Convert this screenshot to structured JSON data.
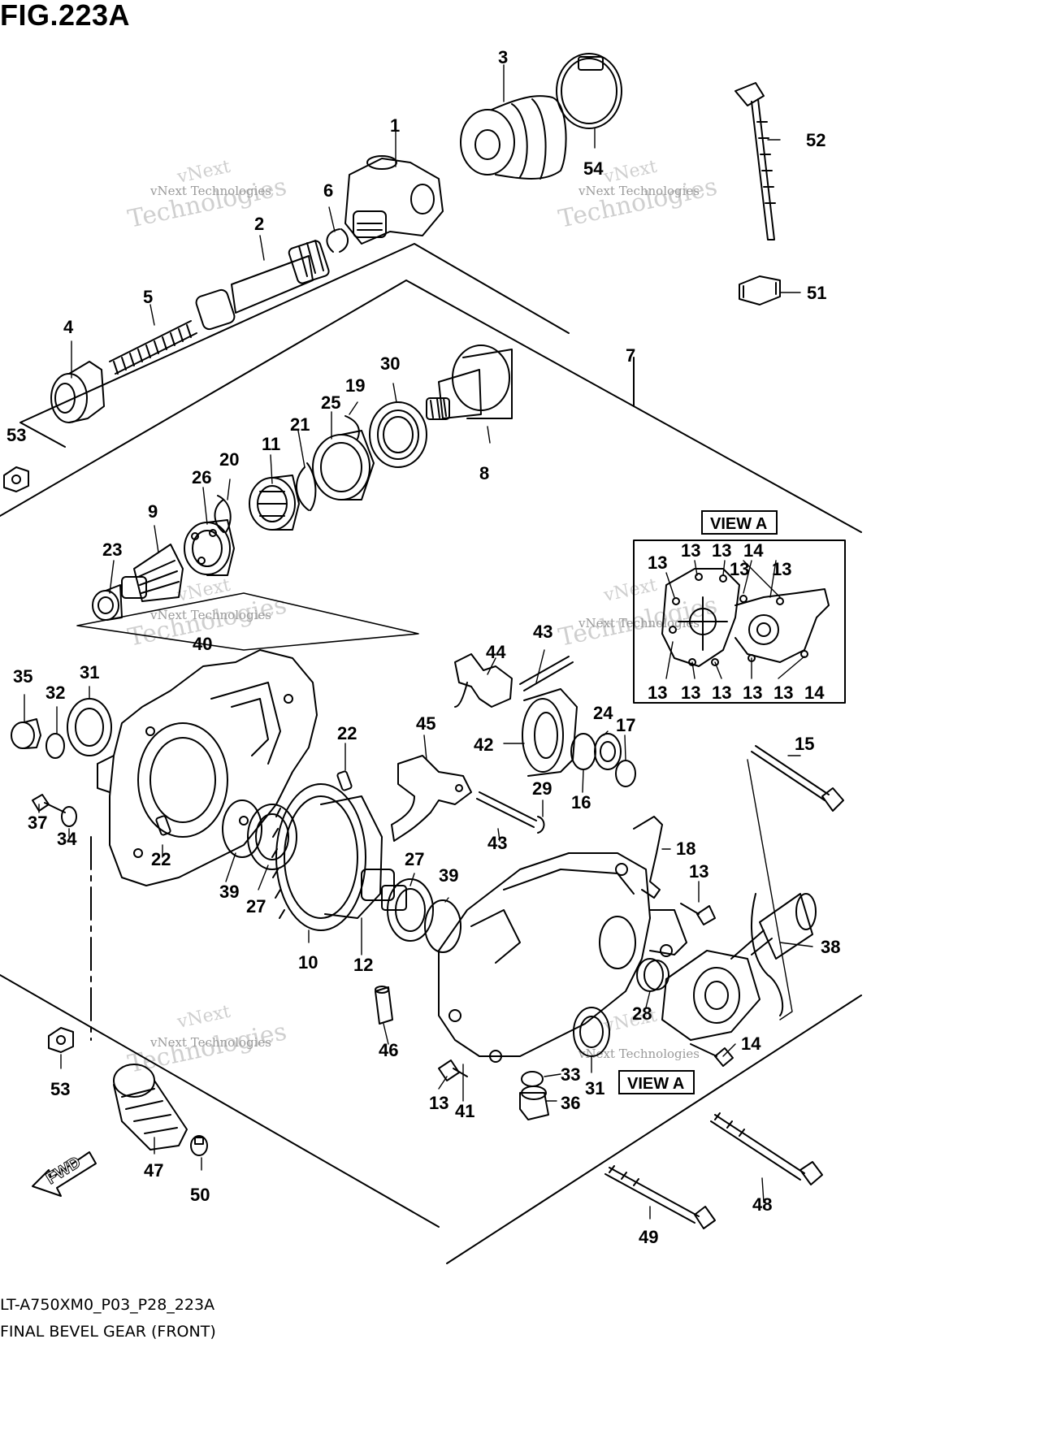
{
  "figure": {
    "title": "FIG.223A",
    "code": "LT-A750XM0_P03_P28_223A",
    "name": "FINAL BEVEL GEAR (FRONT)"
  },
  "view_labels": [
    "VIEW A",
    "VIEW A"
  ],
  "fwd_label": "FWD",
  "watermark": {
    "line1": "vNext",
    "line2": "Technologies",
    "small": "vNext Technologies"
  },
  "callouts": [
    "3",
    "1",
    "52",
    "54",
    "6",
    "2",
    "51",
    "5",
    "4",
    "7",
    "30",
    "19",
    "25",
    "21",
    "11",
    "20",
    "26",
    "8",
    "53",
    "9",
    "23",
    "13",
    "13",
    "13",
    "14",
    "13",
    "13",
    "13",
    "13",
    "13",
    "13",
    "13",
    "14",
    "40",
    "43",
    "44",
    "35",
    "32",
    "31",
    "42",
    "24",
    "17",
    "22",
    "45",
    "15",
    "29",
    "16",
    "37",
    "34",
    "43",
    "27",
    "39",
    "18",
    "13",
    "22",
    "39",
    "27",
    "38",
    "10",
    "12",
    "28",
    "46",
    "14",
    "33",
    "31",
    "53",
    "13",
    "41",
    "36",
    "47",
    "50",
    "48",
    "49"
  ],
  "colors": {
    "line": "#000000",
    "watermark": "#c8c8c8",
    "background": "#ffffff"
  }
}
